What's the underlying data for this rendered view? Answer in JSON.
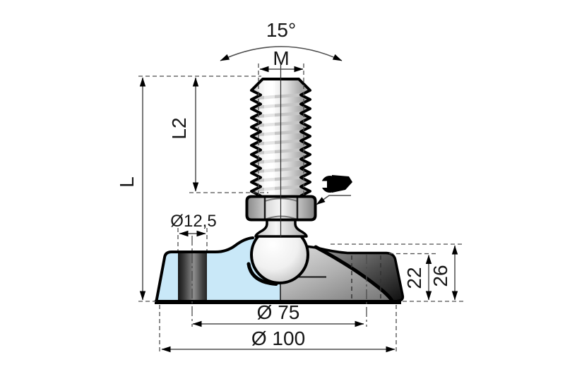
{
  "drawing": {
    "type": "technical-drawing",
    "subject": "adjustable-levelling-foot-with-ball-joint-stud",
    "labels": {
      "swivel_angle": "15°",
      "thread_size": "M",
      "total_length": "L",
      "thread_length": "L2",
      "hole_diameter": "Ø12,5",
      "pitch_circle_diameter": "Ø 75",
      "base_diameter": "Ø 100",
      "base_edge_height": "22",
      "base_total_height": "26"
    },
    "icons": {
      "wrench": "wrench-icon"
    },
    "colors": {
      "section_fill": "#c9e8f8",
      "outline": "#000000",
      "canvas": "#ffffff"
    }
  }
}
